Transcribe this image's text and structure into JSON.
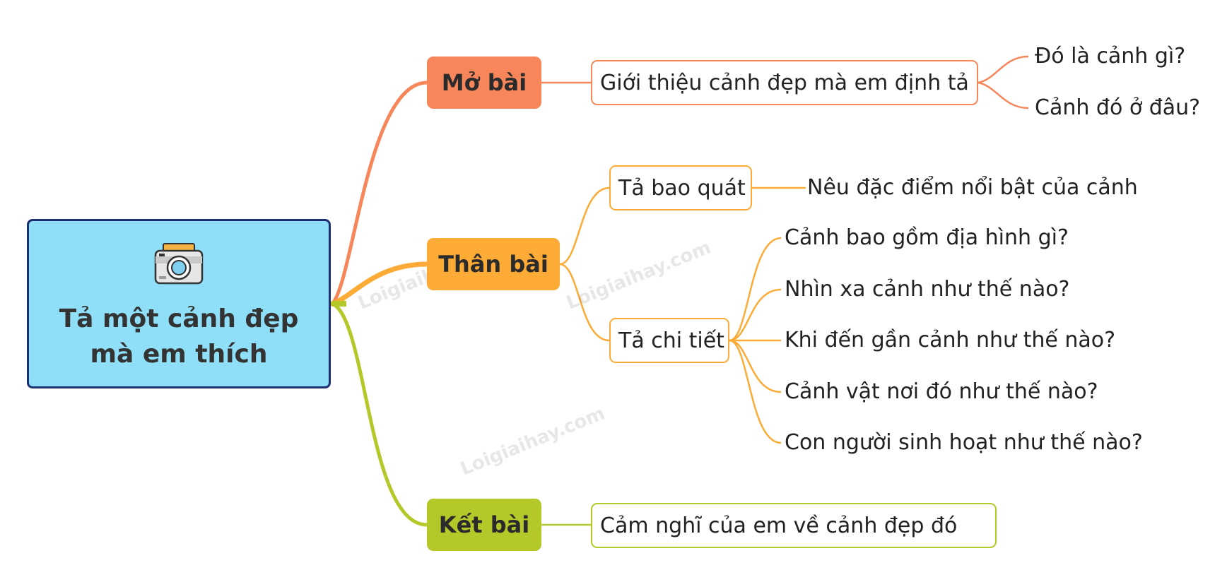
{
  "central": {
    "title_line1": "Tả một cảnh đẹp",
    "title_line2": "mà em thích",
    "icon": "camera-icon"
  },
  "branches": {
    "opening": {
      "label": "Mở bài",
      "color": "#f7865a",
      "node": "Giới thiệu cảnh đẹp mà em định tả",
      "leaves": [
        "Đó là cảnh gì?",
        "Cảnh đó ở đâu?"
      ]
    },
    "body": {
      "label": "Thân bài",
      "color": "#fcab36",
      "overview": {
        "label": "Tả bao quát",
        "leaf": "Nêu đặc điểm nổi bật của cảnh"
      },
      "detail": {
        "label": "Tả chi tiết",
        "leaves": [
          "Cảnh bao gồm địa hình gì?",
          "Nhìn xa cảnh như thế nào?",
          "Khi đến gần cảnh như thế nào?",
          "Cảnh vật nơi đó như thế nào?",
          "Con người sinh hoạt như thế nào?"
        ]
      }
    },
    "closing": {
      "label": "Kết bài",
      "color": "#b5c82a",
      "node": "Cảm nghĩ của em về cảnh đẹp đó"
    }
  },
  "watermark": "Loigiaihay.com"
}
